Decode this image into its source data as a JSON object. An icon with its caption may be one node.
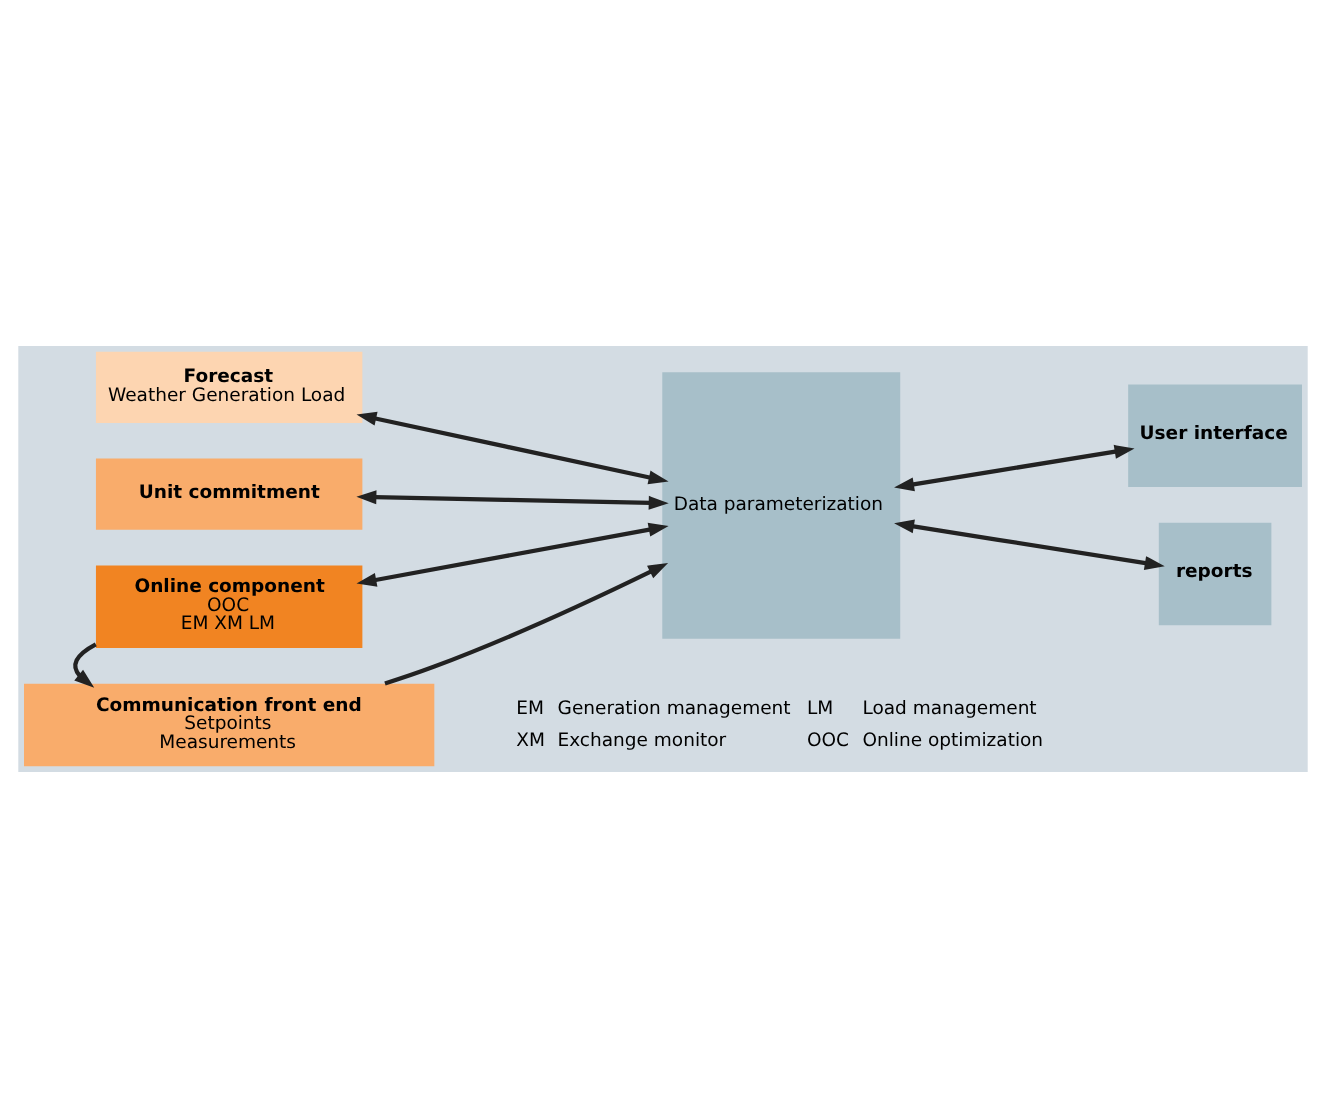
{
  "diagram": {
    "nodes": [
      {
        "text": [
          "Forecast",
          "Weather Generation Load"
        ]
      },
      {
        "text": [
          "Unit commitment"
        ]
      },
      {
        "text": [
          "Online component",
          "OOC",
          "EM XM LM"
        ]
      },
      {
        "text": [
          "Data parameterization"
        ]
      },
      {
        "text": [
          "User interface"
        ]
      },
      {
        "text": [
          "reports"
        ]
      },
      {
        "text": [
          "Communication front end",
          "Setpoints",
          "Measurements"
        ]
      }
    ],
    "edges": [
      {
        "from": 0,
        "to": 3,
        "arrow": "both"
      },
      {
        "from": 1,
        "to": 3,
        "arrow": "both"
      },
      {
        "from": 2,
        "to": 3,
        "arrow": "both"
      },
      {
        "from": 3,
        "to": 4,
        "arrow": "both"
      },
      {
        "from": 3,
        "to": 5,
        "arrow": "both"
      },
      {
        "from": 2,
        "to": 6,
        "arrow": "to"
      },
      {
        "from": 6,
        "to": 3,
        "arrow": "to"
      }
    ],
    "labels": [
      "EM",
      "Generation management",
      "LM",
      "Load management",
      "XM",
      "Exchange monitor",
      "OOC",
      "Online optimization"
    ]
  }
}
